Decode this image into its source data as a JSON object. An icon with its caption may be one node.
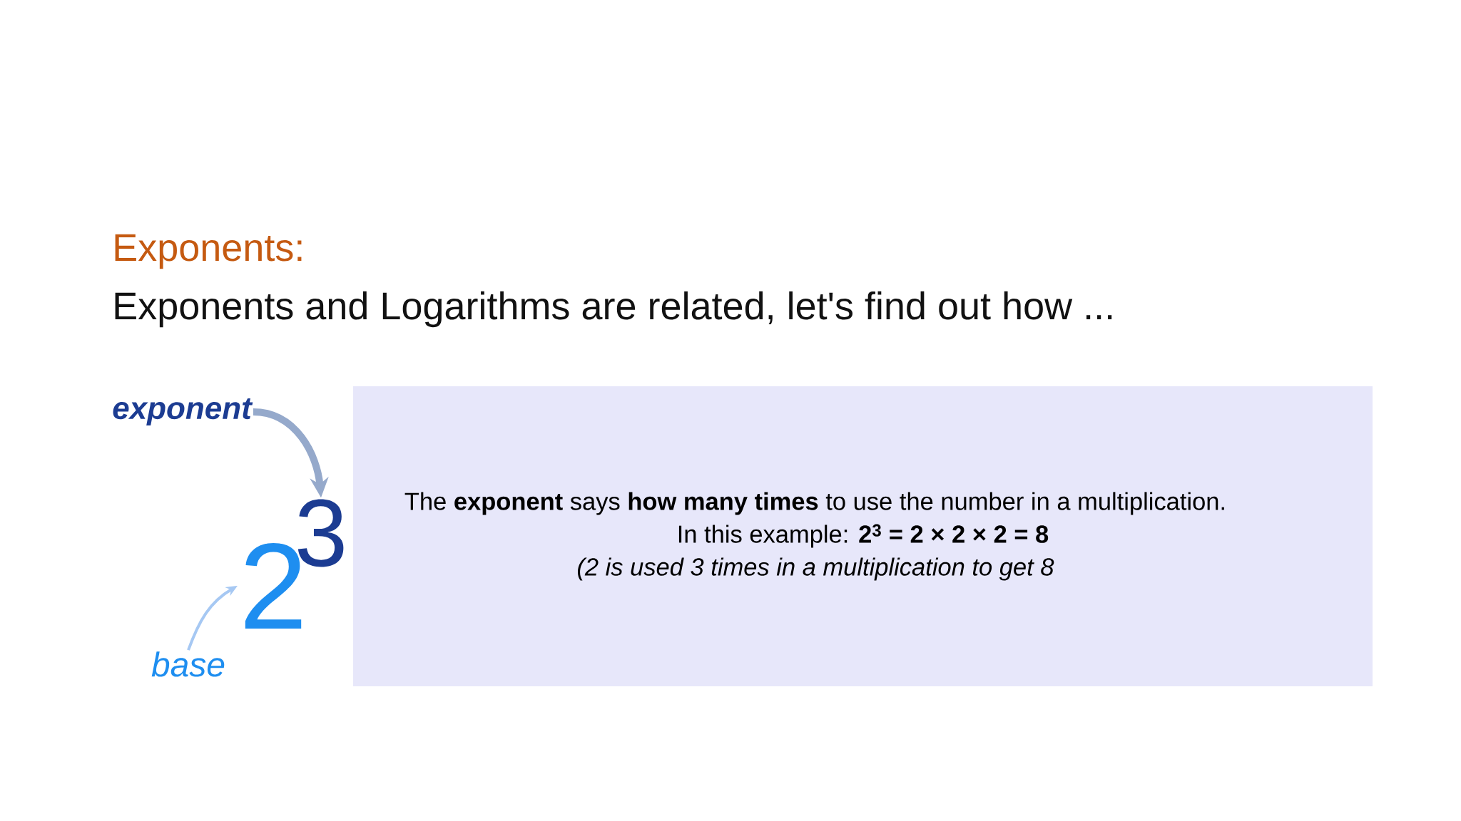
{
  "diagram": {
    "title": "Exponents:",
    "nodes": [
      {
        "text": [
          "exponent"
        ]
      },
      {
        "text": [
          "3"
        ]
      },
      {
        "text": [
          "2"
        ]
      },
      {
        "text": [
          "base"
        ]
      },
      {
        "text": [
          "The **exponent** says **how many times** to use the number in a multiplication.",
          "In this example: **2$^{3}$ = 2 × 2 × 2 = 8**",
          "(2 is used 3 times in a multiplication to get 8"
        ]
      }
    ],
    "edges": [
      {
        "from": 0,
        "to": 1,
        "arrow": "to",
        "style": "thick",
        "color": "#95a9cb"
      },
      {
        "from": 3,
        "to": 2,
        "arrow": "to",
        "color": "#a6c8f3"
      }
    ],
    "labels": [
      "Exponents and Logarithms are related, let's find out how ..."
    ]
  }
}
